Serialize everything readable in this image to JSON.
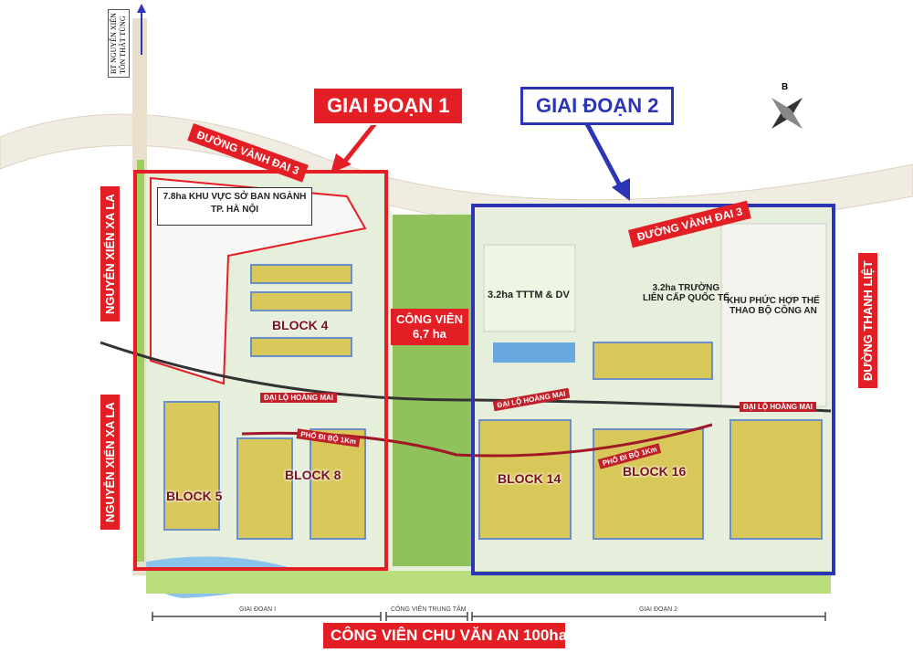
{
  "phases": {
    "phase1": "GIAI ĐOẠN 1",
    "phase2": "GIAI ĐOẠN 2"
  },
  "roads": {
    "ring_road_3_left": "ĐƯỜNG VÀNH ĐAI 3",
    "ring_road_3_right": "ĐƯỜNG VÀNH ĐAI 3",
    "nguyen_xien_xa_la_top": "NGUYỄN XIỂN XA LA",
    "nguyen_xien_xa_la_bottom": "NGUYỄN XIỂN XA LA",
    "thanh_liet": "ĐƯỜNG THANH LIỆT",
    "hoang_mai_left": "ĐẠI LỘ HOÀNG MAI",
    "hoang_mai_mid": "ĐẠI LỘ HOÀNG MAI",
    "hoang_mai_right": "ĐẠI LỘ HOÀNG MAI",
    "walk_street_left": "PHỐ ĐI BỘ 1Km",
    "walk_street_right": "PHỐ ĐI BỘ 1Km",
    "bt_nguyen_xien": "BT NGUYỄN XIỂN",
    "ton_that_tung": "TÔN THẤT TÙNG"
  },
  "areas": {
    "admin_area": [
      "7.8ha KHU VỰC SỞ BAN NGÀNH",
      "TP. HÀ NỘI"
    ],
    "park": [
      "CÔNG VIÊN",
      "6,7 ha"
    ],
    "commercial": "3.2ha TTTM & DV",
    "school": [
      "3.2ha TRƯỜNG",
      "LIÊN CẤP QUỐC TẾ"
    ],
    "sports": [
      "KHU PHỨC HỢP THỂ",
      "THAO BỘ CÔNG AN"
    ]
  },
  "blocks": [
    "BLOCK 4",
    "BLOCK 5",
    "BLOCK 8",
    "BLOCK 14",
    "BLOCK 16"
  ],
  "scale": {
    "phase1": "GIAI ĐOẠN I",
    "central_park": "CÔNG VIÊN TRUNG TÂM",
    "phase2": "GIAI ĐOẠN 2"
  },
  "footer_title": "CÔNG VIÊN CHU VĂN AN 100ha",
  "compass_label": "B",
  "colors": {
    "phase1": "#e31e24",
    "phase2": "#2b35b5"
  }
}
